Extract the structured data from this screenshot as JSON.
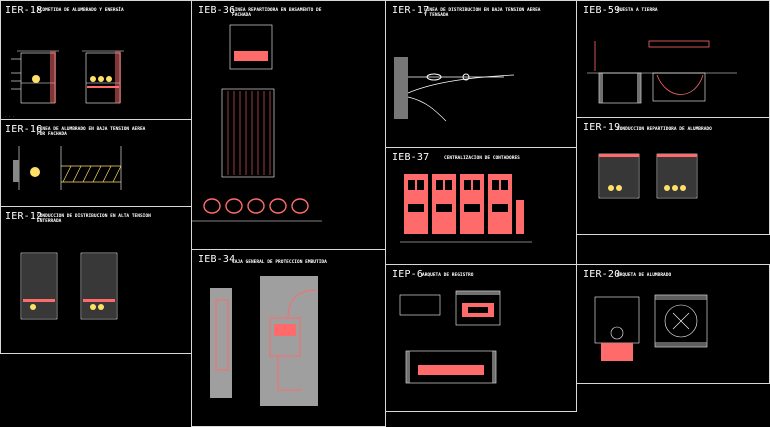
{
  "drawing": {
    "background": "#000000",
    "line_color": "#ffffff",
    "detail_color": "#ff6b6b",
    "fill_color": "#ffe066",
    "panels": [
      {
        "id": "ier-18",
        "code": "IER-18",
        "title": "ACOMETIDA DE ALUMBRADO Y ENERGÍA"
      },
      {
        "id": "ier-16",
        "code": "IER-16",
        "title": "LINEA DE ALUMBRADO EN BAJA TENSION AEREA\nPOR FACHADA"
      },
      {
        "id": "ier-12",
        "code": "IER-12",
        "title": "CONDUCCION DE DISTRIBUCION EN ALTA TENSION\nENTERRADA"
      },
      {
        "id": "ieb-36",
        "code": "IEB-36",
        "title": "LINEA REPARTIDORA EN BASAMENTO DE\nFACHADA"
      },
      {
        "id": "ieb-34",
        "code": "IEB-34",
        "title": "CAJA GENERAL DE PROTECCION EMBUTIDA"
      },
      {
        "id": "ier-17",
        "code": "IER-17",
        "title": "LINEA DE DISTRIBUCION EN BAJA TENSION AEREA\nY TENSADA"
      },
      {
        "id": "ieb-37",
        "code": "IEB-37",
        "title": "CENTRALIZACION DE CONTADORES"
      },
      {
        "id": "iep-6",
        "code": "IEP-6",
        "title": "ARQUETA DE REGISTRO"
      },
      {
        "id": "ieb-59",
        "code": "IEB-59",
        "title": "PUESTA A TIERRA"
      },
      {
        "id": "ier-19",
        "code": "IER-19",
        "title": "CONDUCCION REPARTIDORA DE ALUMBRADO"
      },
      {
        "id": "ier-20",
        "code": "IER-20",
        "title": "ARQUETA DE ALUMBRADO"
      }
    ]
  }
}
